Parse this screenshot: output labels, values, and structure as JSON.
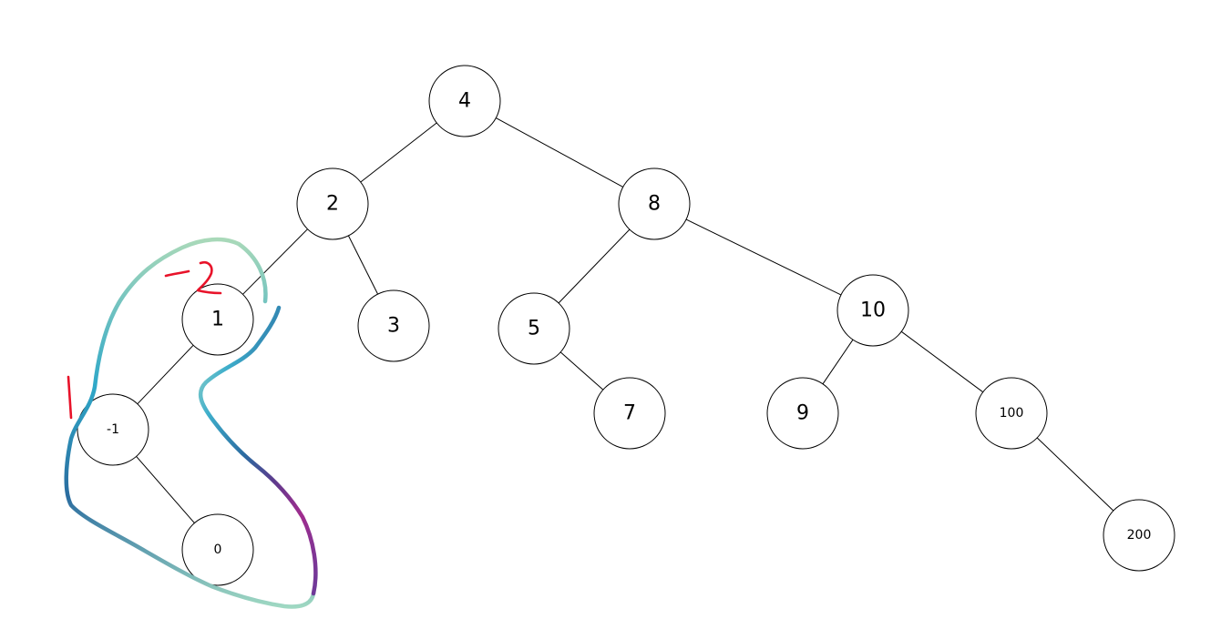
{
  "tree": {
    "nodes": [
      {
        "id": "n4",
        "label": "4"
      },
      {
        "id": "n2",
        "label": "2"
      },
      {
        "id": "n8",
        "label": "8"
      },
      {
        "id": "n1",
        "label": "1"
      },
      {
        "id": "n3",
        "label": "3"
      },
      {
        "id": "n5",
        "label": "5"
      },
      {
        "id": "n10",
        "label": "10"
      },
      {
        "id": "nm1",
        "label": "-1"
      },
      {
        "id": "n7",
        "label": "7"
      },
      {
        "id": "n9",
        "label": "9"
      },
      {
        "id": "n100",
        "label": "100"
      },
      {
        "id": "n0",
        "label": "0"
      },
      {
        "id": "n200",
        "label": "200"
      }
    ],
    "edges": [
      [
        "n4",
        "n2"
      ],
      [
        "n4",
        "n8"
      ],
      [
        "n2",
        "n1"
      ],
      [
        "n2",
        "n3"
      ],
      [
        "n8",
        "n5"
      ],
      [
        "n8",
        "n10"
      ],
      [
        "n1",
        "nm1"
      ],
      [
        "nm1",
        "n0"
      ],
      [
        "n5",
        "n7"
      ],
      [
        "n10",
        "n9"
      ],
      [
        "n10",
        "n100"
      ],
      [
        "n100",
        "n200"
      ]
    ]
  },
  "annotations": {
    "stroke_red": "#e8132a",
    "loop_gradient": [
      "#a8dcc0",
      "#3aa9c9",
      "#2a5f95",
      "#5b3c8c",
      "#9a2a8f",
      "#7a3a98"
    ]
  }
}
